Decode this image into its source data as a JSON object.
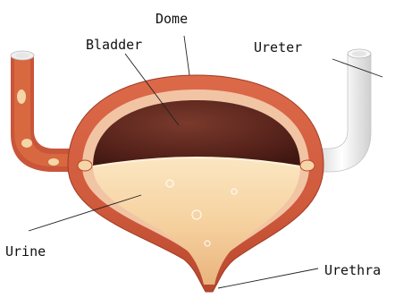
{
  "labels": {
    "dome": "Dome",
    "bladder": "Bladder",
    "ureter": "Ureter",
    "urine": "Urine",
    "urethra": "Urethra"
  },
  "colors": {
    "muscle": "#cf5a3c",
    "muscle_dark": "#a8412a",
    "lining": "#f3c7a8",
    "cavity": "#5b2418",
    "urine": "#f8dcb0",
    "tube": "#f2f2f2"
  }
}
